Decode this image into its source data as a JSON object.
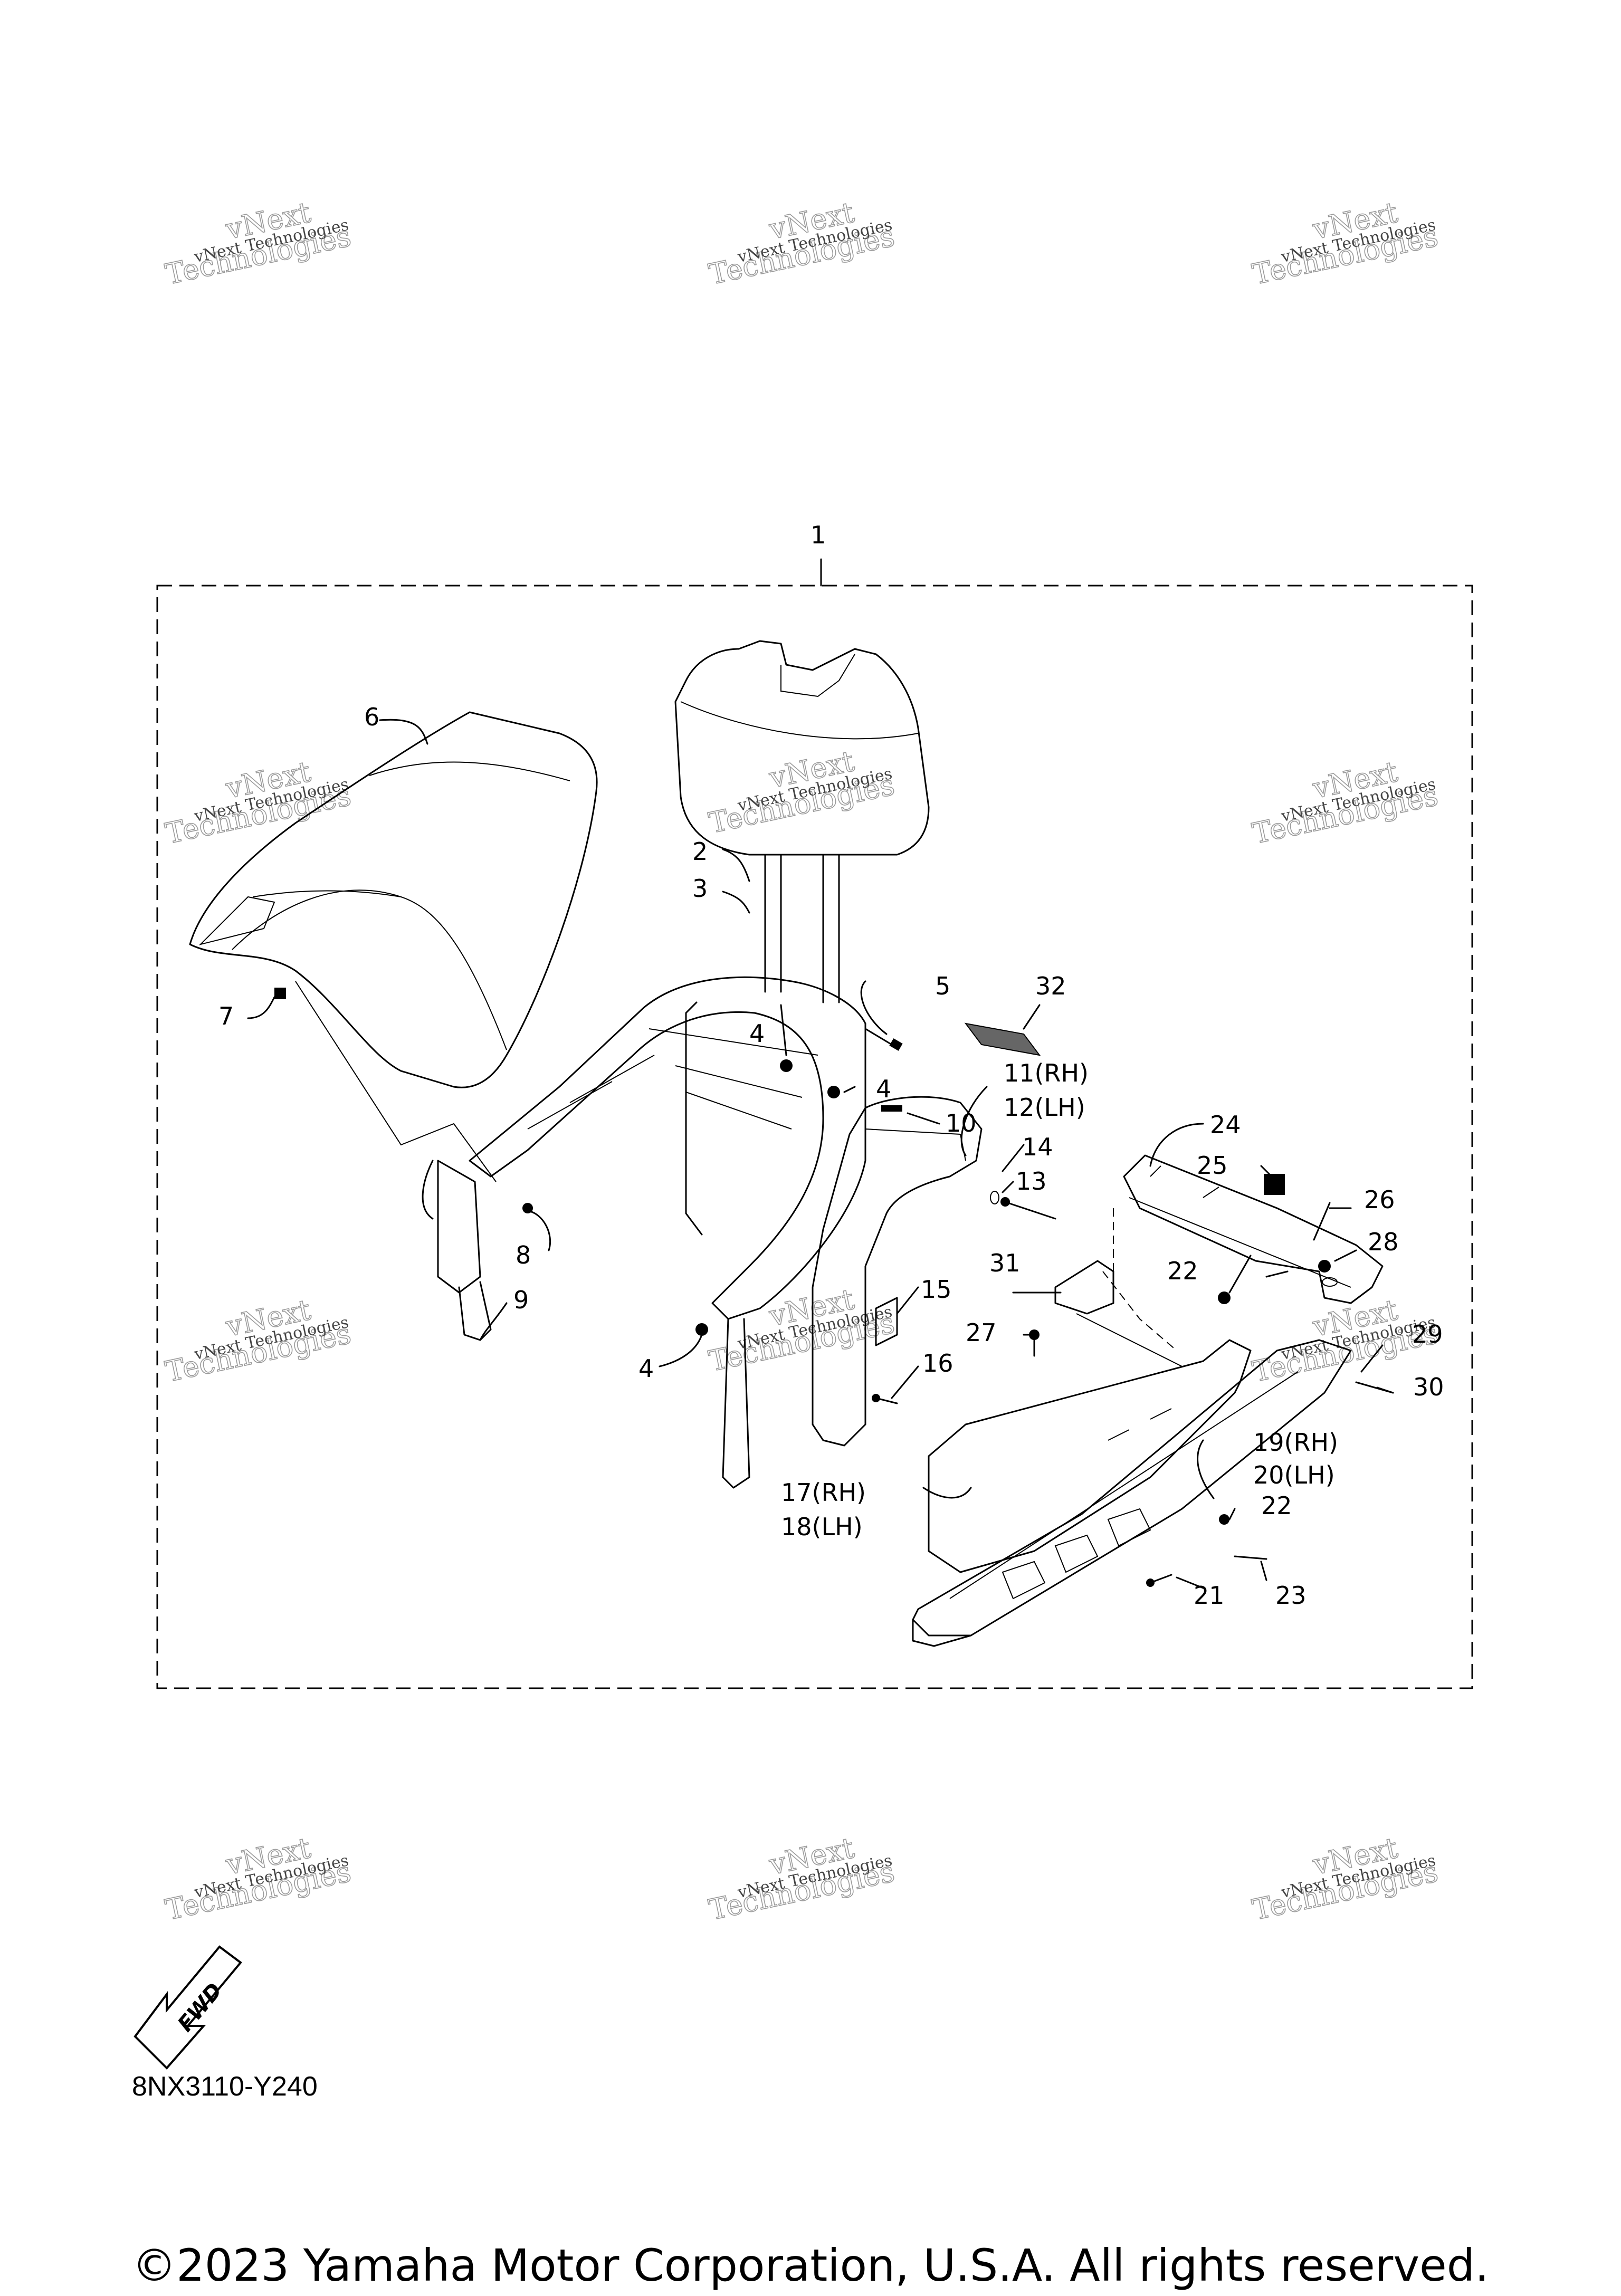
{
  "diagram_code": "8NX3110-Y240",
  "copyright": "©2023 Yamaha Motor Corporation, U.S.A. All rights reserved.",
  "fwd_label": "FWD",
  "watermark": {
    "line1": "vNext Technologies",
    "line2": "Technologies",
    "line3": "vNext"
  },
  "callouts": {
    "c1": "1",
    "c2": "2",
    "c3": "3",
    "c4a": "4",
    "c4b": "4",
    "c4c": "4",
    "c5": "5",
    "c6": "6",
    "c7": "7",
    "c8": "8",
    "c9": "9",
    "c10": "10",
    "c11": "11(RH)",
    "c12": "12(LH)",
    "c13": "13",
    "c14": "14",
    "c15": "15",
    "c16": "16",
    "c17": "17(RH)",
    "c18": "18(LH)",
    "c19": "19(RH)",
    "c20": "20(LH)",
    "c21": "21",
    "c22a": "22",
    "c22b": "22",
    "c23": "23",
    "c24": "24",
    "c25": "25",
    "c26": "26",
    "c27": "27",
    "c28": "28",
    "c29": "29",
    "c30": "30",
    "c31": "31",
    "c32": "32"
  },
  "icons": [
    "fwd-arrow-icon"
  ]
}
